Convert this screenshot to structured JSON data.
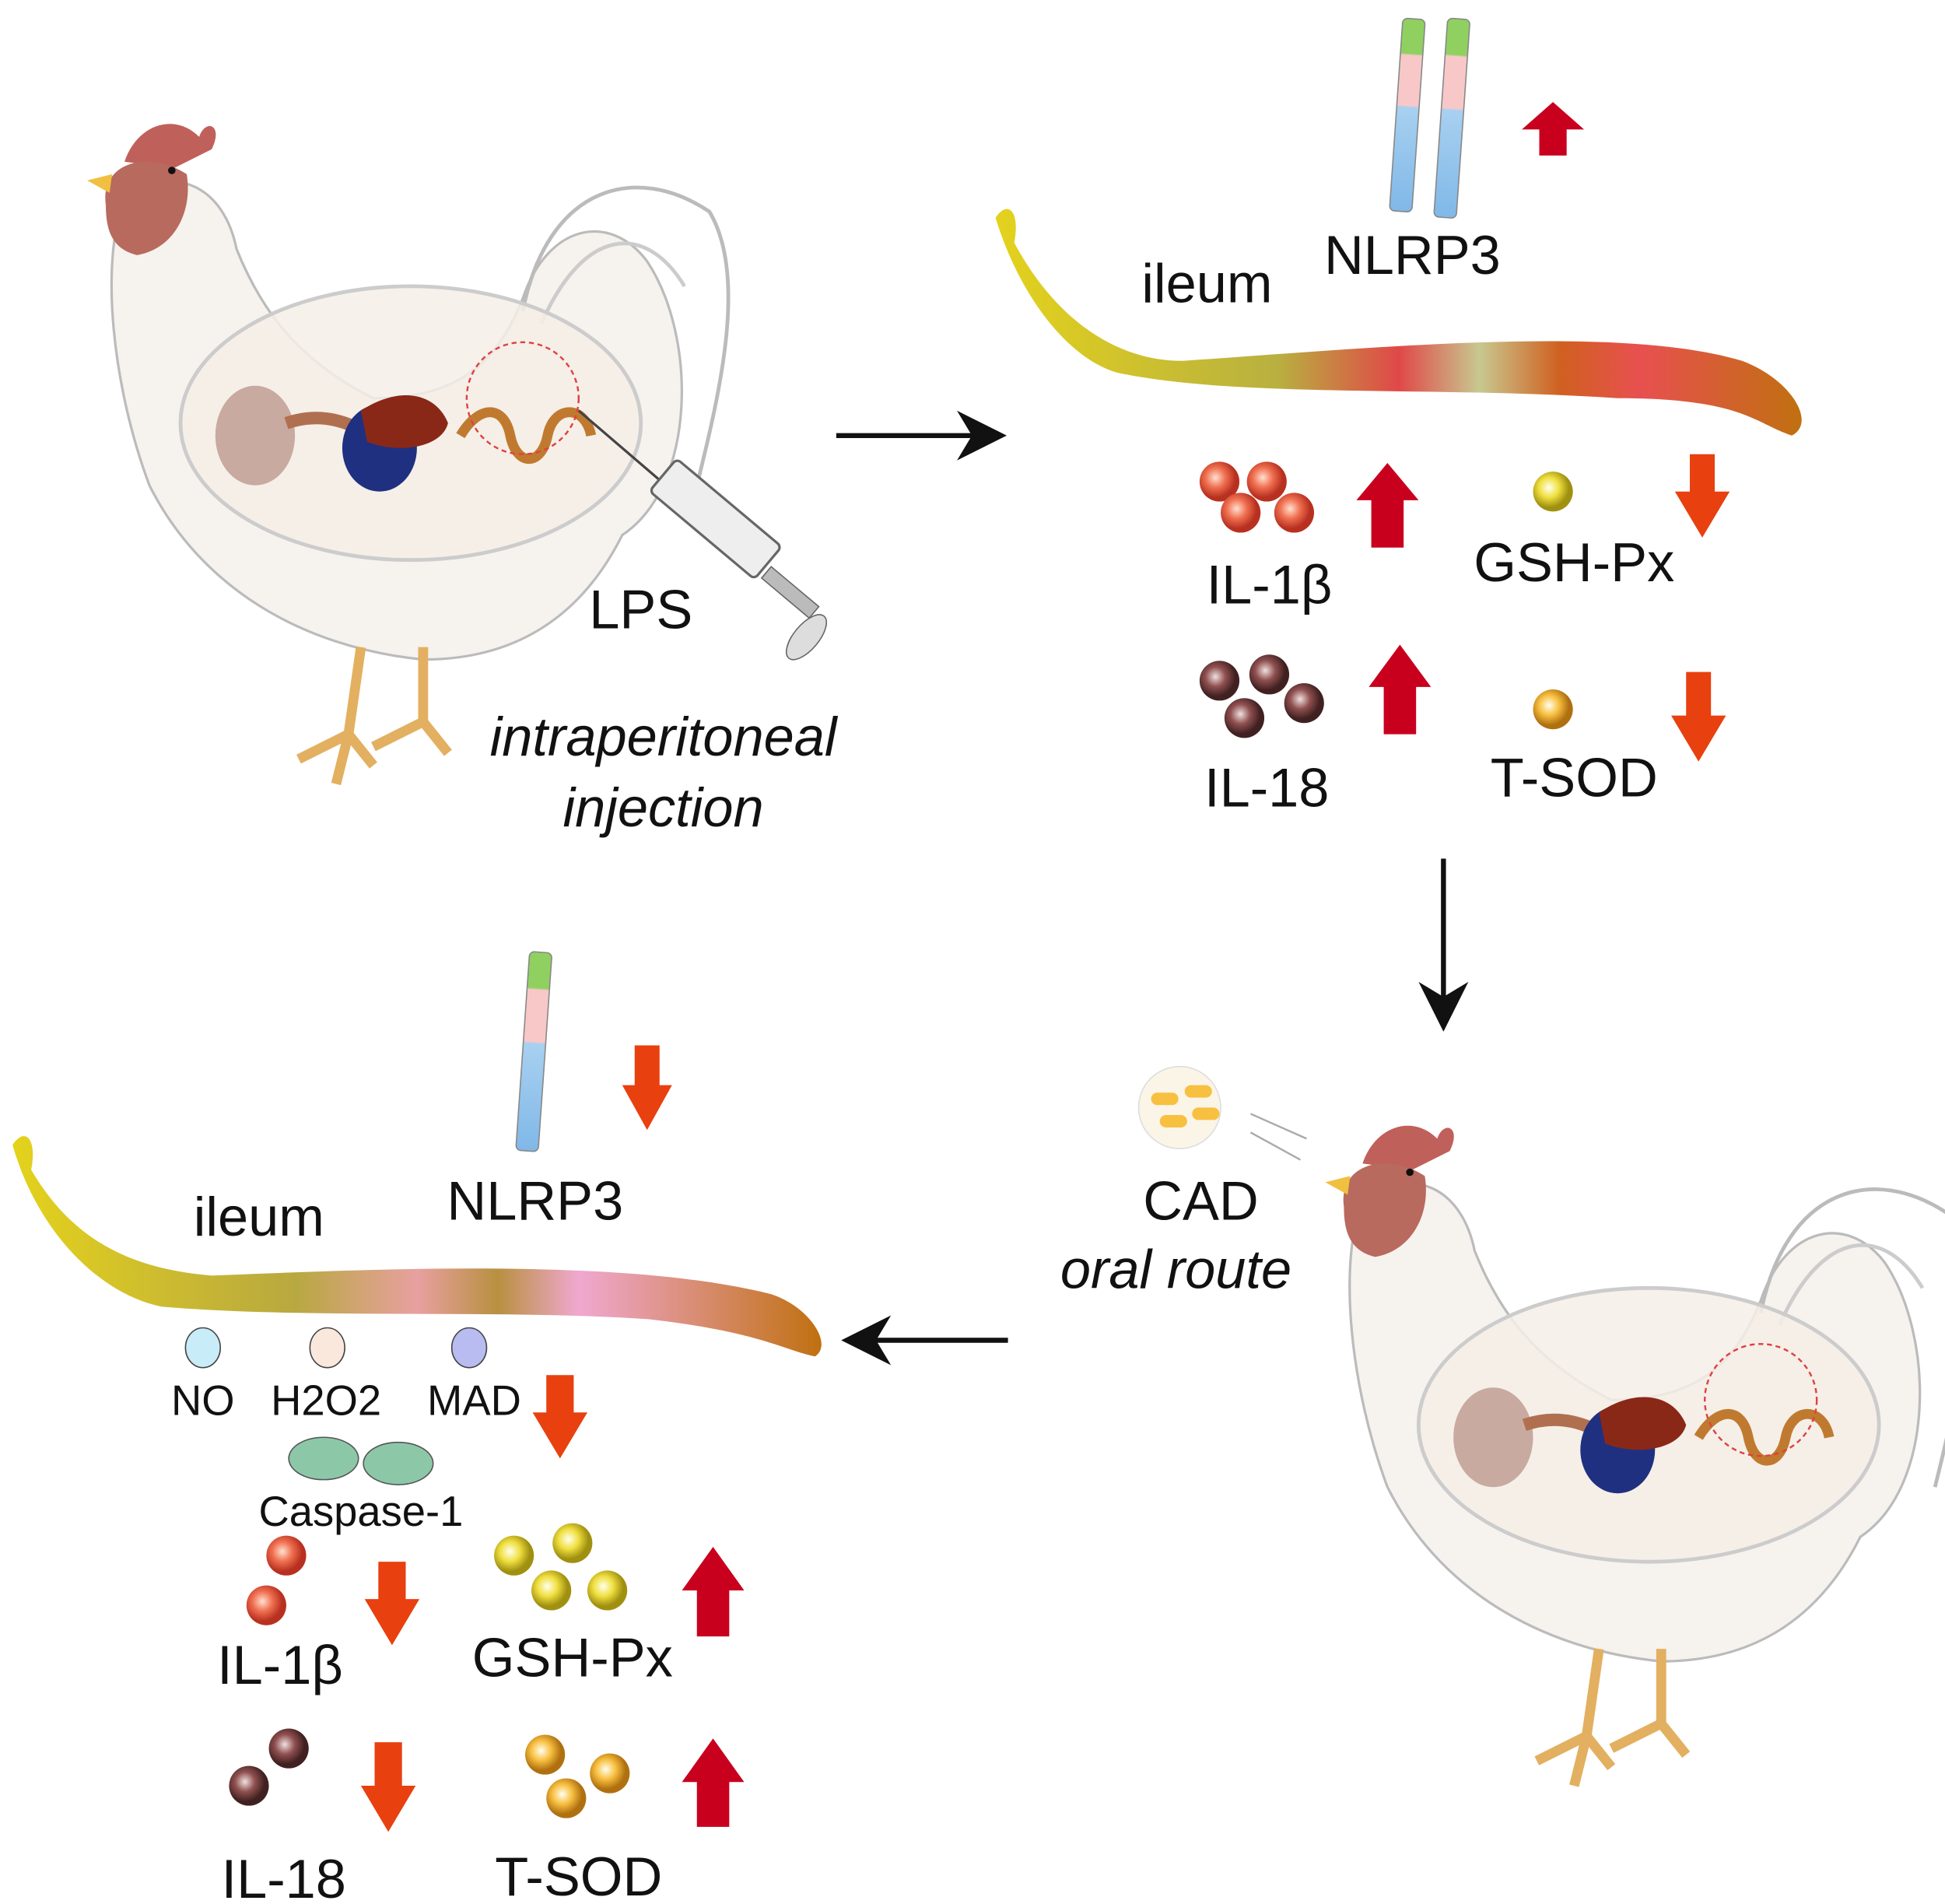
{
  "step1": {
    "agent": "LPS",
    "route_line1": "intraperitoneal",
    "route_line2": "injection"
  },
  "lps_effects": {
    "tissue": "ileum",
    "inflammasome": {
      "label": "NLRP3",
      "direction": "up"
    },
    "markers": [
      {
        "label": "IL-1β",
        "direction": "up"
      },
      {
        "label": "GSH-Px",
        "direction": "down"
      },
      {
        "label": "IL-18",
        "direction": "up"
      },
      {
        "label": "T-SOD",
        "direction": "down"
      }
    ]
  },
  "step2": {
    "agent": "CAD",
    "route": "oral route"
  },
  "cad_effects": {
    "tissue": "ileum",
    "inflammasome": {
      "label": "NLRP3",
      "direction": "down"
    },
    "oxidative": [
      {
        "label": "NO"
      },
      {
        "label": "H2O2"
      },
      {
        "label": "MAD"
      }
    ],
    "oxidative_direction": "down",
    "caspase": "Caspase-1",
    "markers": [
      {
        "label": "IL-1β",
        "direction": "down"
      },
      {
        "label": "GSH-Px",
        "direction": "up"
      },
      {
        "label": "IL-18",
        "direction": "down"
      },
      {
        "label": "T-SOD",
        "direction": "up"
      }
    ]
  },
  "colors": {
    "up_arrow": "#c8001e",
    "down_arrow": "#e8400f",
    "ileum_start": "#d8c21a",
    "ileum_end": "#c27a14"
  }
}
